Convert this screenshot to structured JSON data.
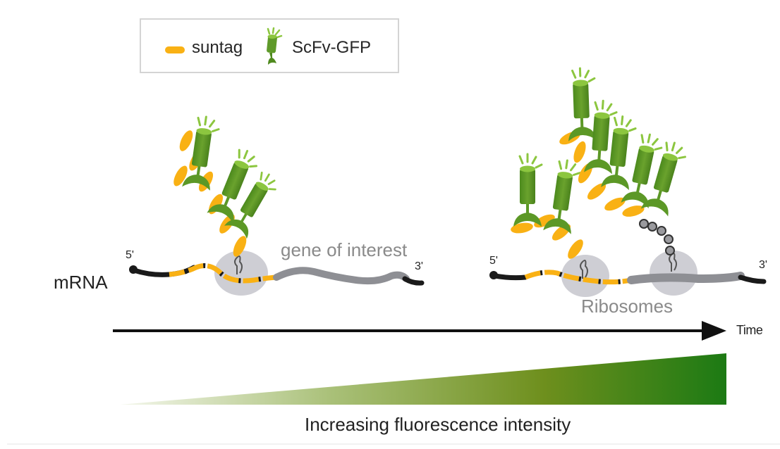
{
  "legend": {
    "items": [
      {
        "label": "suntag",
        "icon": "suntag-bar-icon",
        "color": "#f9b114"
      },
      {
        "label": "ScFv-GFP",
        "icon": "scfv-gfp-antibody-icon",
        "color": "#5f9a2a"
      }
    ]
  },
  "left_panel": {
    "molecule_label": "mRNA",
    "five_prime": "5'",
    "three_prime": "3'",
    "gene_label": "gene of interest"
  },
  "right_panel": {
    "five_prime": "5'",
    "three_prime": "3'",
    "ribosome_label": "Ribosomes"
  },
  "time_axis": {
    "label": "Time"
  },
  "intensity_wedge": {
    "label": "Increasing fluorescence intensity",
    "color_start": "#eef3e4",
    "color_mid": "#6b8f1f",
    "color_end": "#1f7a16"
  },
  "colors": {
    "suntag": "#f9b114",
    "gfp_dark": "#4f8a1e",
    "gfp_light": "#8cc63f",
    "mrna": "#1a1a1a",
    "gene": "#8e8f94",
    "ribosome": "#c5c6cc",
    "label_gray": "#8a8a8a"
  }
}
